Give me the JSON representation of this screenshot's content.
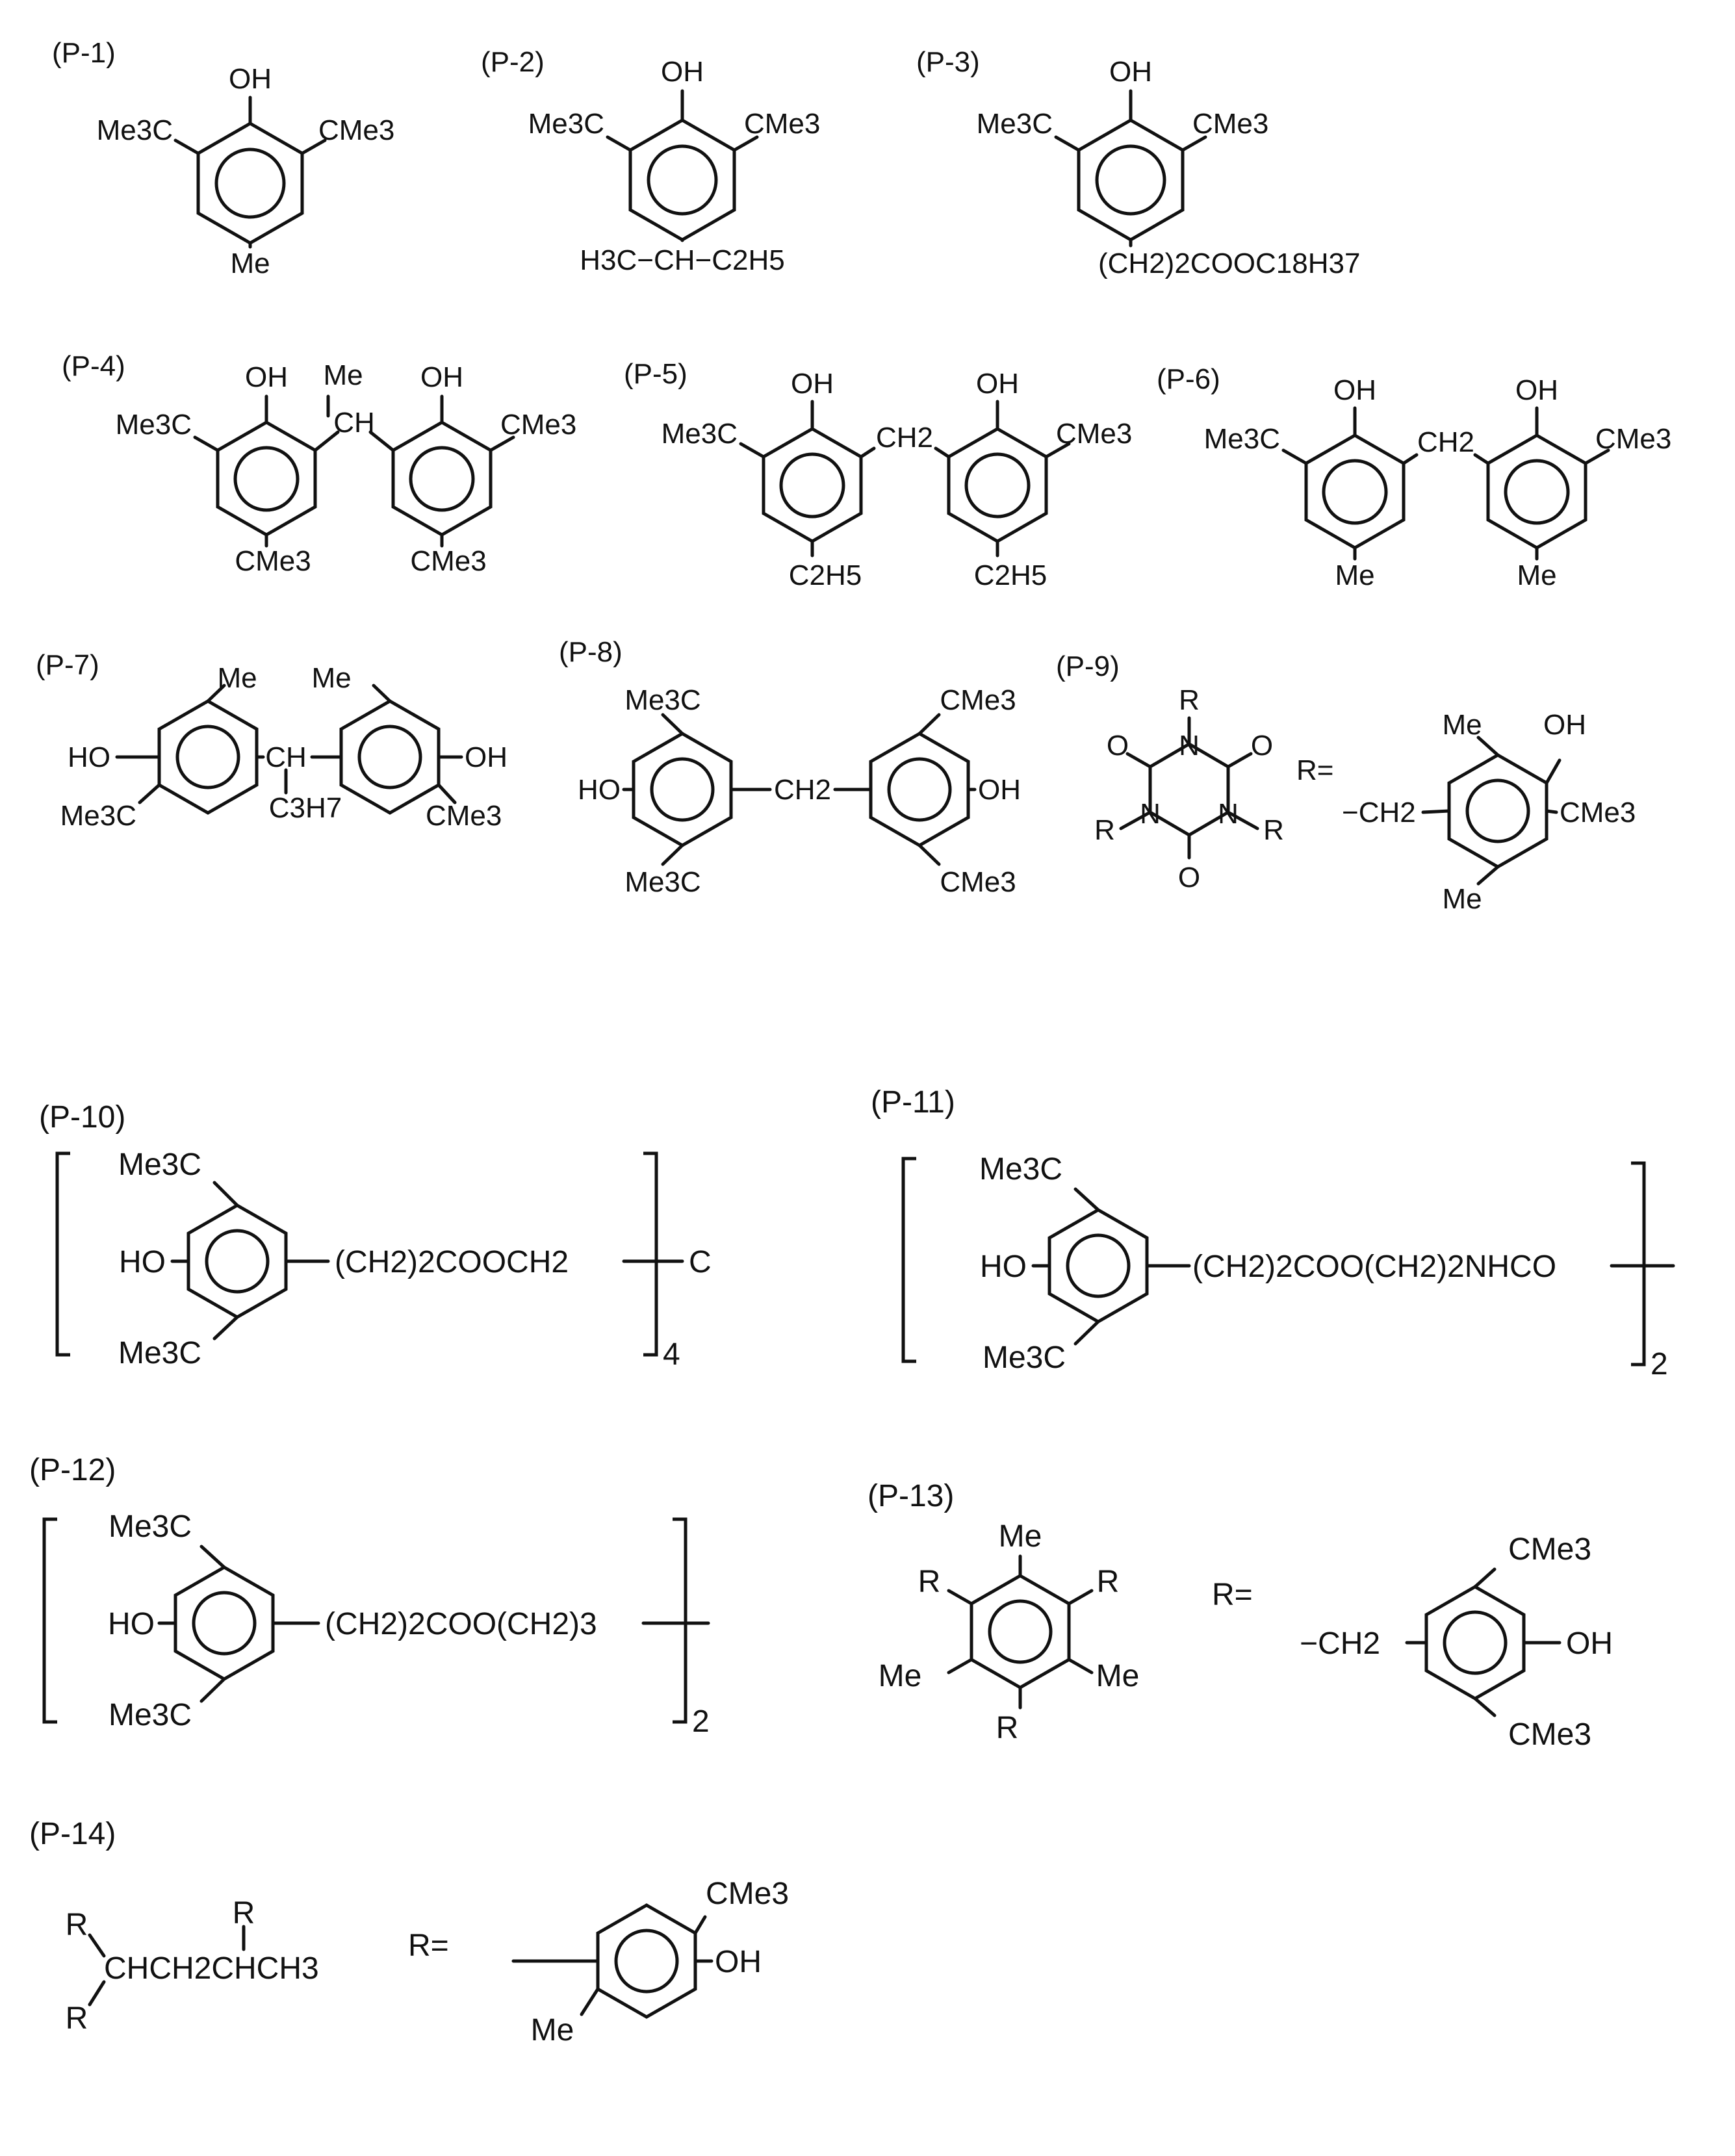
{
  "compounds": [
    {
      "id": "(P-1)",
      "labels": {
        "oh": "OH",
        "left": "Me3C",
        "right": "CMe3",
        "bottom": "Me"
      }
    },
    {
      "id": "(P-2)",
      "labels": {
        "oh": "OH",
        "left": "Me3C",
        "right": "CMe3",
        "bottom": "H3C−CH−C2H5"
      }
    },
    {
      "id": "(P-3)",
      "labels": {
        "oh": "OH",
        "left": "Me3C",
        "right": "CMe3",
        "bottom": "(CH2)2COOC18H37"
      }
    },
    {
      "id": "(P-4)",
      "labels": {
        "oh1": "OH",
        "oh2": "OH",
        "bridge_top": "Me",
        "bridge": "CH",
        "left": "Me3C",
        "right": "CMe3",
        "bottom1": "CMe3",
        "bottom2": "CMe3"
      }
    },
    {
      "id": "(P-5)",
      "labels": {
        "oh1": "OH",
        "oh2": "OH",
        "bridge": "CH2",
        "left": "Me3C",
        "right": "CMe3",
        "bottom1": "C2H5",
        "bottom2": "C2H5"
      }
    },
    {
      "id": "(P-6)",
      "labels": {
        "oh1": "OH",
        "oh2": "OH",
        "bridge": "CH2",
        "left": "Me3C",
        "right": "CMe3",
        "bottom1": "Me",
        "bottom2": "Me"
      }
    },
    {
      "id": "(P-7)",
      "labels": {
        "ho": "HO",
        "oh": "OH",
        "me1": "Me",
        "me2": "Me",
        "bridge": "CH",
        "bridge_sub": "C3H7",
        "bl": "Me3C",
        "br": "CMe3"
      }
    },
    {
      "id": "(P-8)",
      "labels": {
        "ho": "HO",
        "oh": "OH",
        "tl": "Me3C",
        "bl": "Me3C",
        "tr": "CMe3",
        "brr": "CMe3",
        "bridge": "CH2"
      }
    },
    {
      "id": "(P-9)",
      "labels": {
        "r_top": "R",
        "n1": "N",
        "n2": "N",
        "n3": "N",
        "o1": "O",
        "o2": "O",
        "o3": "O",
        "r_left": "R",
        "r_right": "R",
        "r_eq": "R=",
        "ch2": "−CH2",
        "me_top": "Me",
        "oh": "OH",
        "cme3": "CMe3",
        "me_bot": "Me"
      }
    },
    {
      "id": "(P-10)",
      "labels": {
        "top": "Me3C",
        "ho": "HO",
        "bottom": "Me3C",
        "chain": "(CH2)2COOCH2",
        "end": "C",
        "sub": "4"
      }
    },
    {
      "id": "(P-11)",
      "labels": {
        "top": "Me3C",
        "ho": "HO",
        "bottom": "Me3C",
        "chain": "(CH2)2COO(CH2)2NHCO",
        "sub": "2"
      }
    },
    {
      "id": "(P-12)",
      "labels": {
        "top": "Me3C",
        "ho": "HO",
        "bottom": "Me3C",
        "chain": "(CH2)2COO(CH2)3",
        "sub": "2"
      }
    },
    {
      "id": "(P-13)",
      "labels": {
        "me_top": "Me",
        "r_tl": "R",
        "r_tr": "R",
        "me_l": "Me",
        "me_r": "Me",
        "r_b": "R",
        "r_eq": "R=",
        "ch2": "−CH2",
        "cme3_t": "CMe3",
        "oh": "OH",
        "cme3_b": "CMe3"
      }
    },
    {
      "id": "(P-14)",
      "labels": {
        "r1": "R",
        "r2": "R",
        "r3": "R",
        "chain": "CHCH2CHCH3",
        "r_eq": "R=",
        "cme3": "CMe3",
        "oh": "OH",
        "me": "Me"
      }
    }
  ]
}
